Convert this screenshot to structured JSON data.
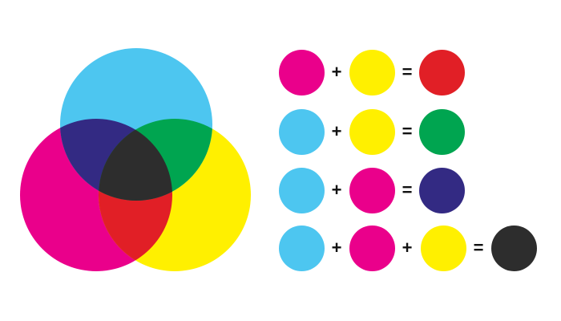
{
  "colors": {
    "cyan": "#4dc6f0",
    "magenta": "#ea008b",
    "yellow": "#fff000",
    "red": "#e11f26",
    "green": "#00a550",
    "blue": "#332a83",
    "black": "#2d2d2d"
  },
  "venn": {
    "circles": [
      "cyan",
      "magenta",
      "yellow"
    ],
    "overlaps": {
      "cyan_magenta": "blue",
      "cyan_yellow": "green",
      "magenta_yellow": "red",
      "all_three": "black"
    }
  },
  "equations": [
    {
      "inputs": [
        "magenta",
        "yellow"
      ],
      "result": "red"
    },
    {
      "inputs": [
        "cyan",
        "yellow"
      ],
      "result": "green"
    },
    {
      "inputs": [
        "cyan",
        "magenta"
      ],
      "result": "blue"
    },
    {
      "inputs": [
        "cyan",
        "magenta",
        "yellow"
      ],
      "result": "black"
    }
  ],
  "operators": {
    "plus": "+",
    "equals": "="
  }
}
